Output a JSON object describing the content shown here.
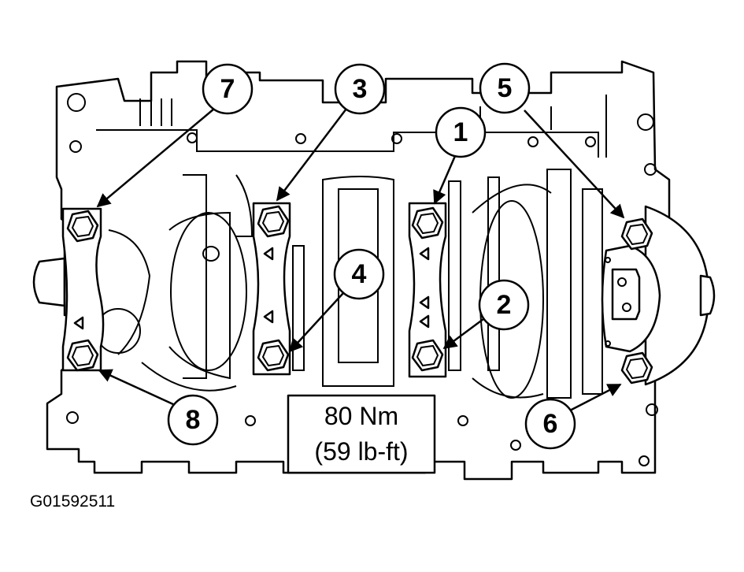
{
  "callouts": [
    {
      "id": "7",
      "label": "7"
    },
    {
      "id": "3",
      "label": "3"
    },
    {
      "id": "5",
      "label": "5"
    },
    {
      "id": "1",
      "label": "1"
    },
    {
      "id": "4",
      "label": "4"
    },
    {
      "id": "2",
      "label": "2"
    },
    {
      "id": "8",
      "label": "8"
    },
    {
      "id": "6",
      "label": "6"
    }
  ],
  "torque_spec": {
    "line1": "80 Nm",
    "line2": "(59 lb-ft)"
  },
  "figure_id": "G01592511"
}
